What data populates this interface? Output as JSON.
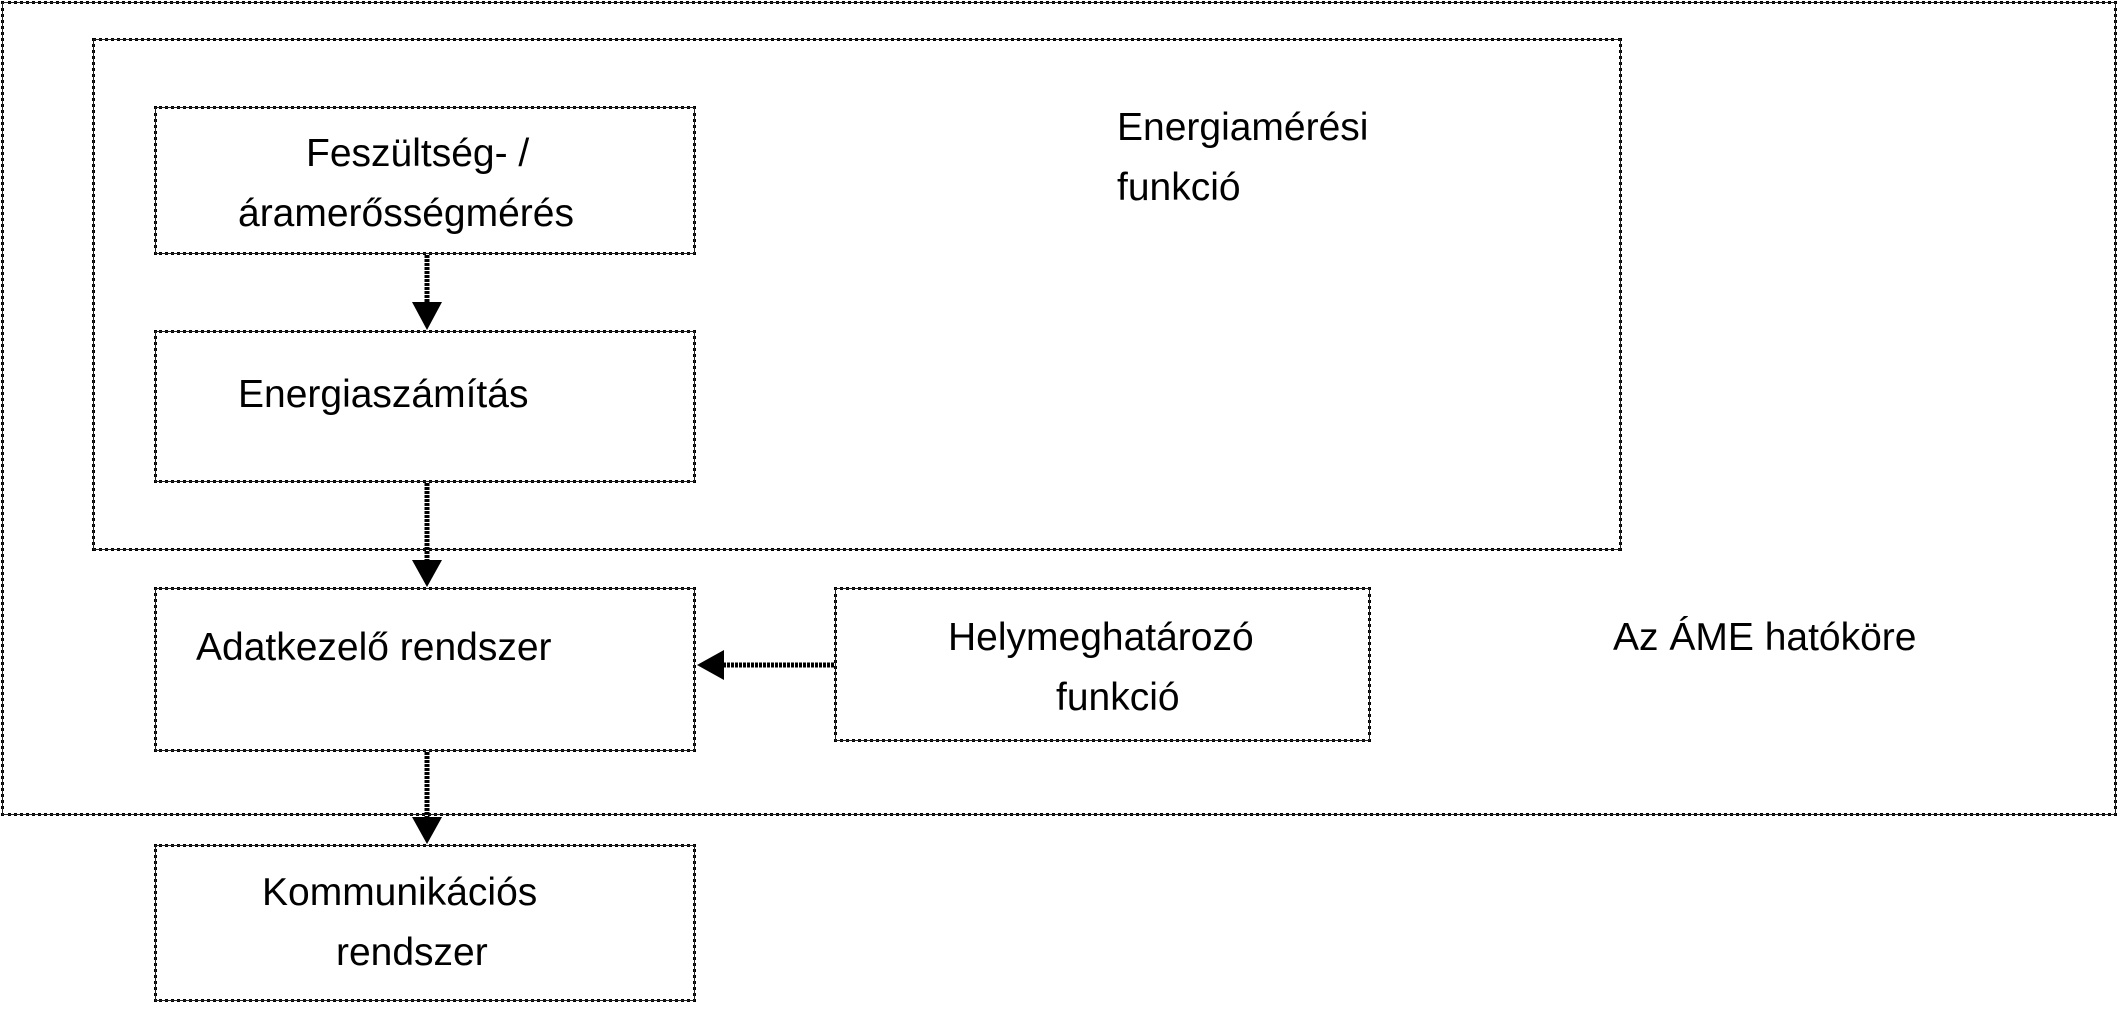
{
  "scope": {
    "label": "Az ÁME hatóköre"
  },
  "energy_function": {
    "label_line1": "Energiamérési",
    "label_line2": "funkció"
  },
  "nodes": {
    "measurement": {
      "line1": "Feszültség- /",
      "line2": "áramerősségmérés"
    },
    "energy_calc": {
      "line1": "Energiaszámítás"
    },
    "data_handling": {
      "line1": "Adatkezelő rendszer"
    },
    "location": {
      "line1": "Helymeghatározó",
      "line2": "funkció"
    },
    "communication": {
      "line1": "Kommunikációs",
      "line2": "rendszer"
    }
  }
}
